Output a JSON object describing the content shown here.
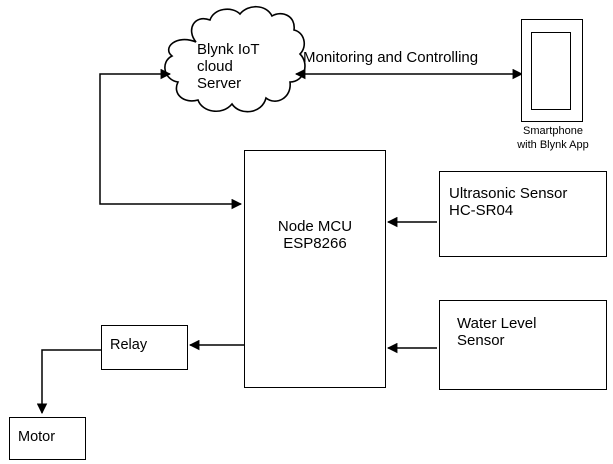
{
  "cloud": {
    "label": "Blynk IoT\ncloud\nServer"
  },
  "link": {
    "label": "Monitoring and Controlling"
  },
  "phone": {
    "label": "Smartphone\nwith Blynk App"
  },
  "mcu": {
    "label": "Node MCU\nESP8266"
  },
  "ultrasonic": {
    "label": "Ultrasonic Sensor\nHC-SR04"
  },
  "water_level": {
    "label": "Water Level\nSensor"
  },
  "relay": {
    "label": "Relay"
  },
  "motor": {
    "label": "Motor"
  },
  "colors": {
    "line": "#000000",
    "background": "#ffffff"
  }
}
